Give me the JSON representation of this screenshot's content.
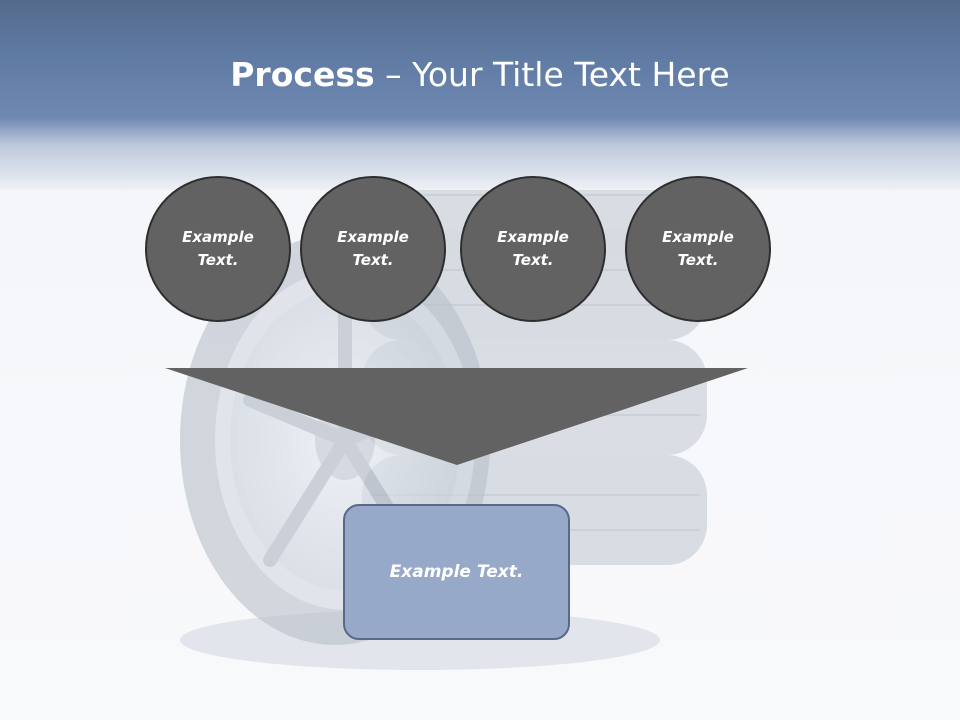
{
  "slide": {
    "title_bold": "Process",
    "title_rest": " – Your Title Text Here"
  },
  "steps": [
    {
      "label": "Example Text."
    },
    {
      "label": "Example Text."
    },
    {
      "label": "Example Text."
    },
    {
      "label": "Example Text."
    }
  ],
  "result": {
    "label": "Example Text."
  },
  "colors": {
    "header": "#5f7aa3",
    "circle_fill": "#626262",
    "funnel_fill": "#626262",
    "result_fill": "#97a9c8"
  }
}
